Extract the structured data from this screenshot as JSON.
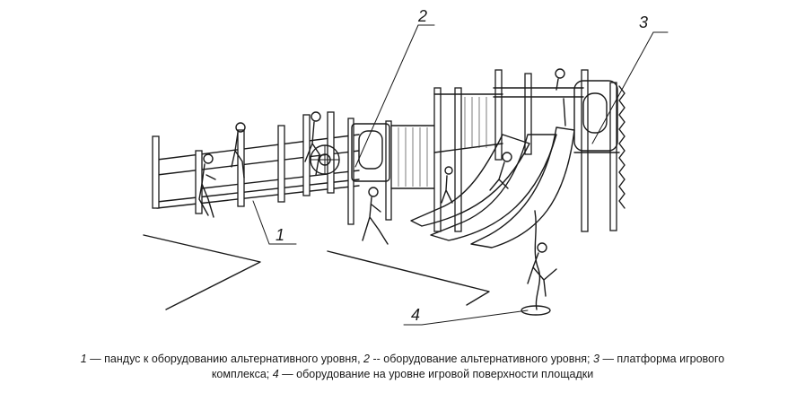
{
  "labels": {
    "l1": "1",
    "l2": "2",
    "l3": "3",
    "l4": "4"
  },
  "caption": {
    "n1": "1",
    "t1": " — пандус к оборудованию альтернативного уровня, ",
    "n2": "2",
    "t2": " -- оборудование альтернативного уровня; ",
    "n3": "3",
    "t3": " — платформа игрового",
    "t4": "комплекса; ",
    "n4": "4",
    "t5": " — оборудование на уровне игровой поверхности площадки"
  }
}
